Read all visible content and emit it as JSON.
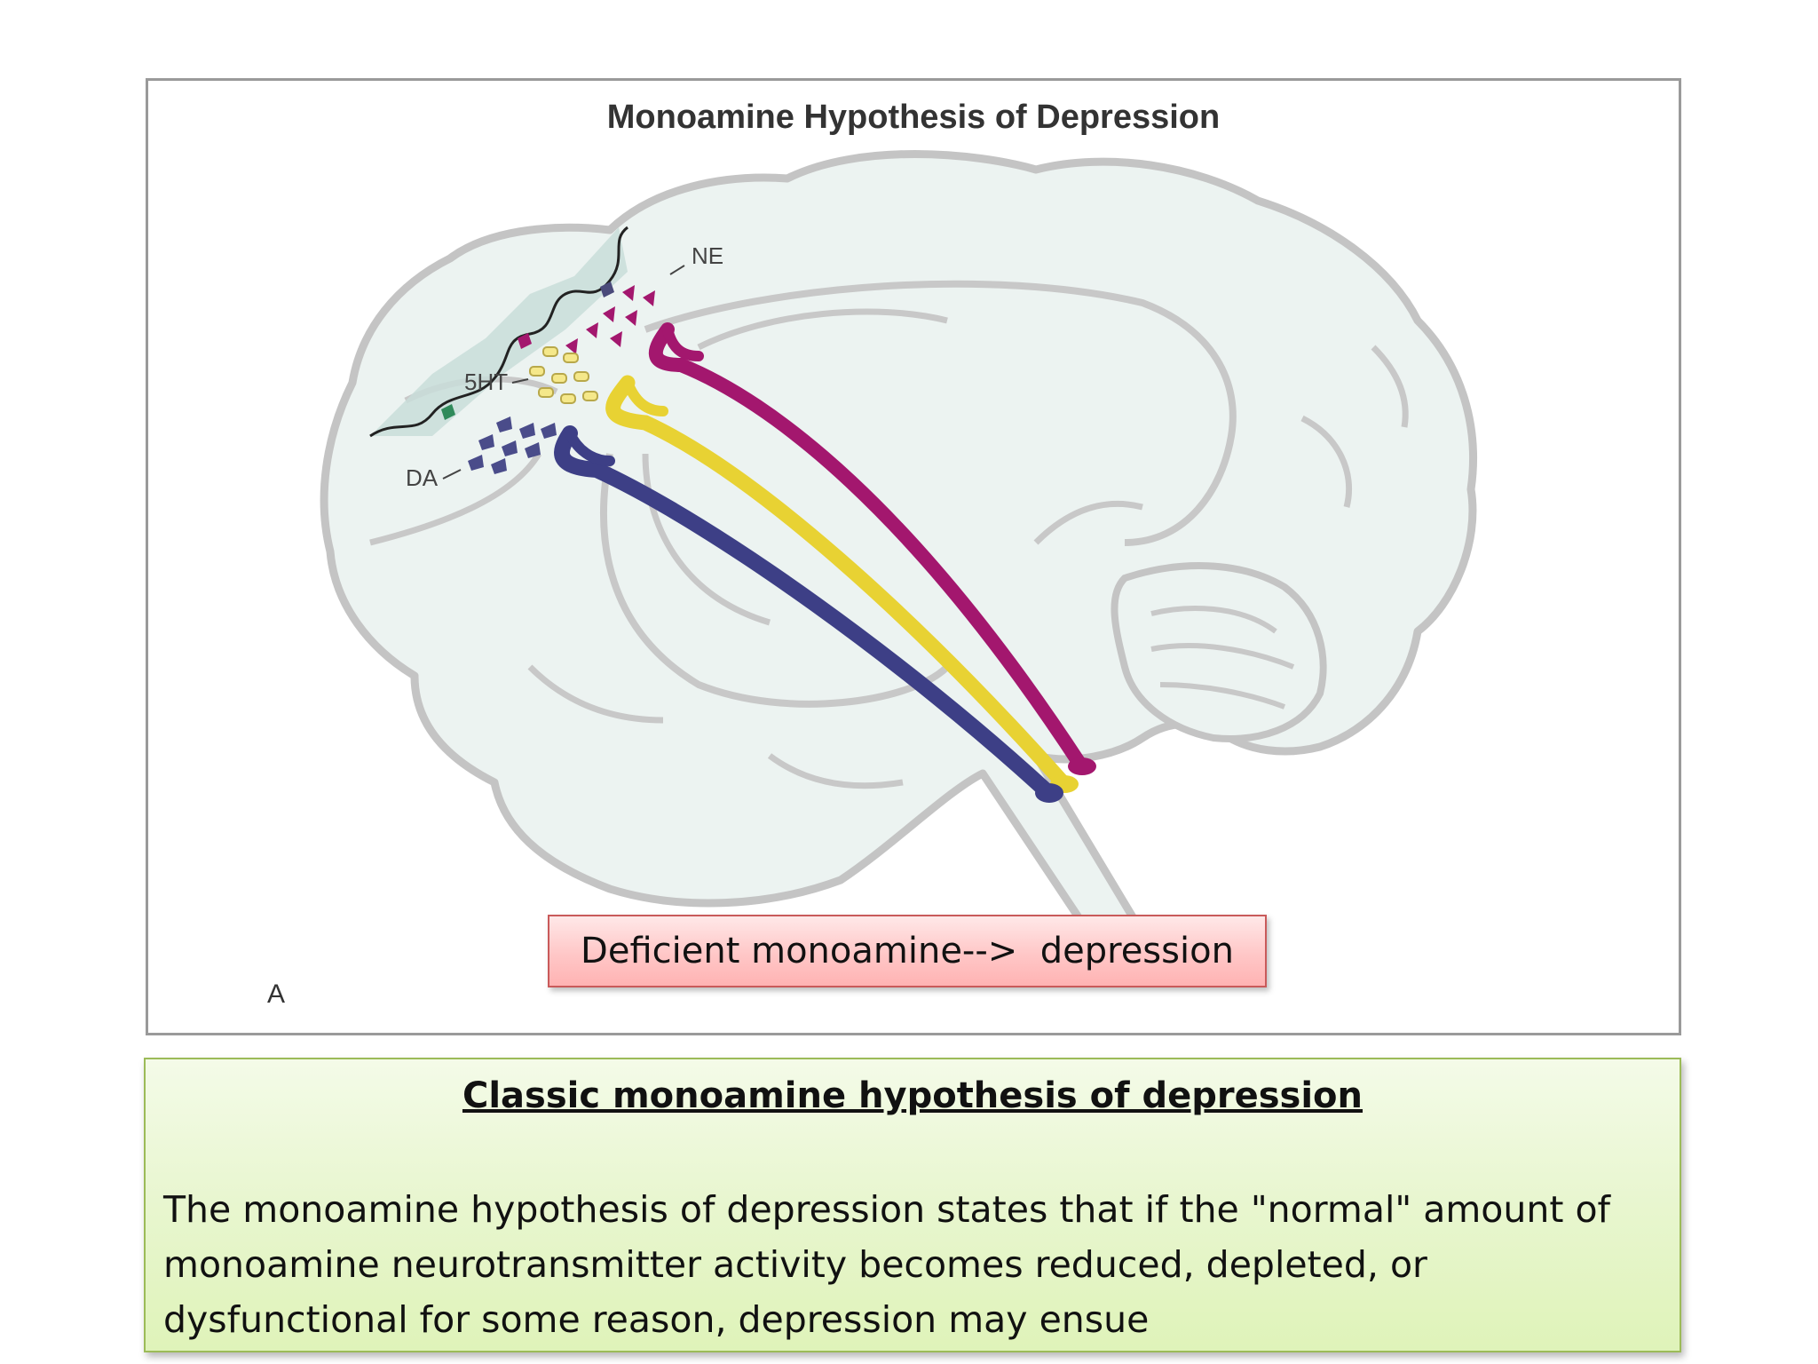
{
  "figure": {
    "title": "Monoamine Hypothesis of Depression",
    "labels": {
      "ne": "NE",
      "serotonin": "5HT",
      "dopamine": "DA"
    },
    "panel_letter": "A",
    "colors": {
      "ne_pathway": "#a3176e",
      "serotonin_pathway": "#f2df4a",
      "dopamine_pathway": "#3d3f86",
      "brain_fill": "#ecf3f1",
      "brain_outline": "#c4c4c4"
    }
  },
  "callout": {
    "text": "Deficient monoamine-->  depression"
  },
  "caption": {
    "heading": "Classic monoamine hypothesis of depression",
    "body": "The monoamine hypothesis of depression states that if the \"normal\" amount of monoamine neurotransmitter activity becomes reduced, depleted, or dysfunctional for some reason, depression may ensue"
  }
}
